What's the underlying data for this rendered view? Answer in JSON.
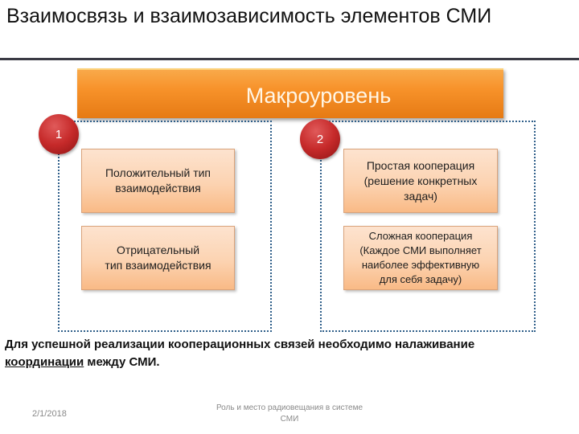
{
  "slide": {
    "title": "Взаимосвязь и взаимозависимость элементов СМИ",
    "macro_label": "Макроуровень",
    "groups": [
      {
        "number": "1",
        "items": [
          {
            "line1": "Положительный тип",
            "line2": "взаимодействия"
          },
          {
            "line1": "Отрицательный",
            "line2": "тип взаимодействия"
          }
        ]
      },
      {
        "number": "2",
        "items": [
          {
            "line1": "Простая кооперация",
            "line2": "(решение конкретных",
            "line3": "задач)"
          },
          {
            "line1": "Сложная кооперация",
            "line2": "(Каждое СМИ выполняет",
            "line3": "наиболее эффективную",
            "line4": "для себя задачу)"
          }
        ]
      }
    ],
    "note": {
      "part1": "Для успешной реализации кооперационных связей необходимо налаживание",
      "underlined": "координации",
      "part2": " между СМИ."
    }
  },
  "footer": {
    "date": "2/1/2018",
    "line1": "Роль и место радиовещания в системе",
    "line2": "СМИ"
  },
  "colors": {
    "macro_bar": "#f7922a",
    "circle": "#c62a2a",
    "item_fill": "#fcd3b1",
    "dotted_border": "#2f5f8a"
  }
}
